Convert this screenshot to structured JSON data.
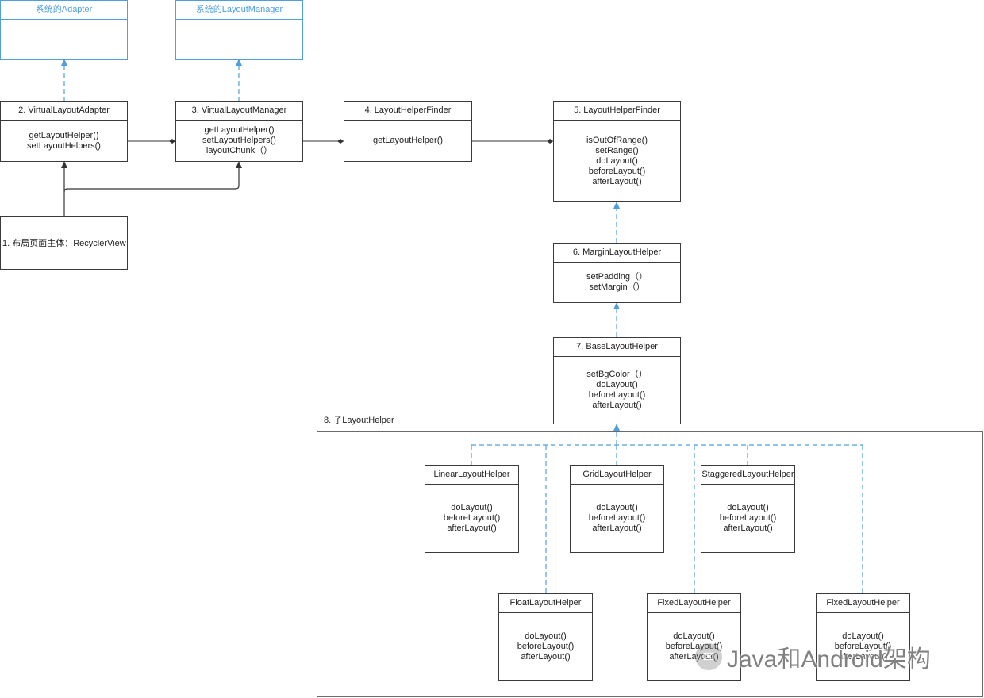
{
  "colors": {
    "inherit_line": "#4f9fe0",
    "assoc_line": "#333333",
    "box_border": "#3a3a3a"
  },
  "boxes": {
    "system_adapter": {
      "title": "系统的Adapter"
    },
    "system_layout_manager": {
      "title": "系统的LayoutManager"
    },
    "recycler_view": {
      "title": "1. 布局页面主体：RecyclerView"
    },
    "virtual_layout_adapter": {
      "title": "2. VirtualLayoutAdapter",
      "methods": [
        "getLayoutHelper()",
        "setLayoutHelpers()"
      ]
    },
    "virtual_layout_manager": {
      "title": "3. VirtualLayoutManager",
      "methods": [
        "getLayoutHelper()",
        "setLayoutHelpers()",
        "layoutChunk（）"
      ]
    },
    "layout_helper_finder_4": {
      "title": "4. LayoutHelperFinder",
      "methods": [
        "getLayoutHelper()"
      ]
    },
    "layout_helper_finder_5": {
      "title": "5. LayoutHelperFinder",
      "methods": [
        "isOutOfRange()",
        "setRange()",
        "doLayout()",
        "beforeLayout()",
        "afterLayout()"
      ]
    },
    "margin_layout_helper": {
      "title": "6. MarginLayoutHelper",
      "methods": [
        "setPadding（）",
        "setMargin（）"
      ]
    },
    "base_layout_helper": {
      "title": "7. BaseLayoutHelper",
      "methods": [
        "setBgColor（）",
        "doLayout()",
        "beforeLayout()",
        "afterLayout()"
      ]
    },
    "linear_layout_helper": {
      "title": "LinearLayoutHelper",
      "methods": [
        "doLayout()",
        "beforeLayout()",
        "afterLayout()"
      ]
    },
    "grid_layout_helper": {
      "title": "GridLayoutHelper",
      "methods": [
        "doLayout()",
        "beforeLayout()",
        "afterLayout()"
      ]
    },
    "staggered_layout_helper": {
      "title": "StaggeredLayoutHelper",
      "methods": [
        "doLayout()",
        "beforeLayout()",
        "afterLayout()"
      ]
    },
    "float_layout_helper": {
      "title": "FloatLayoutHelper",
      "methods": [
        "doLayout()",
        "beforeLayout()",
        "afterLayout()"
      ]
    },
    "fixed_layout_helper_1": {
      "title": "FixedLayoutHelper",
      "methods": [
        "doLayout()",
        "beforeLayout()",
        "afterLayout()"
      ]
    },
    "fixed_layout_helper_2": {
      "title": "FixedLayoutHelper",
      "methods": [
        "doLayout()",
        "beforeLayout()",
        "afterLayout()"
      ]
    }
  },
  "group": {
    "label": "8. 子LayoutHelper"
  },
  "watermark": {
    "text": "Java和Android架构",
    "icon": "wechat-logo-icon"
  }
}
